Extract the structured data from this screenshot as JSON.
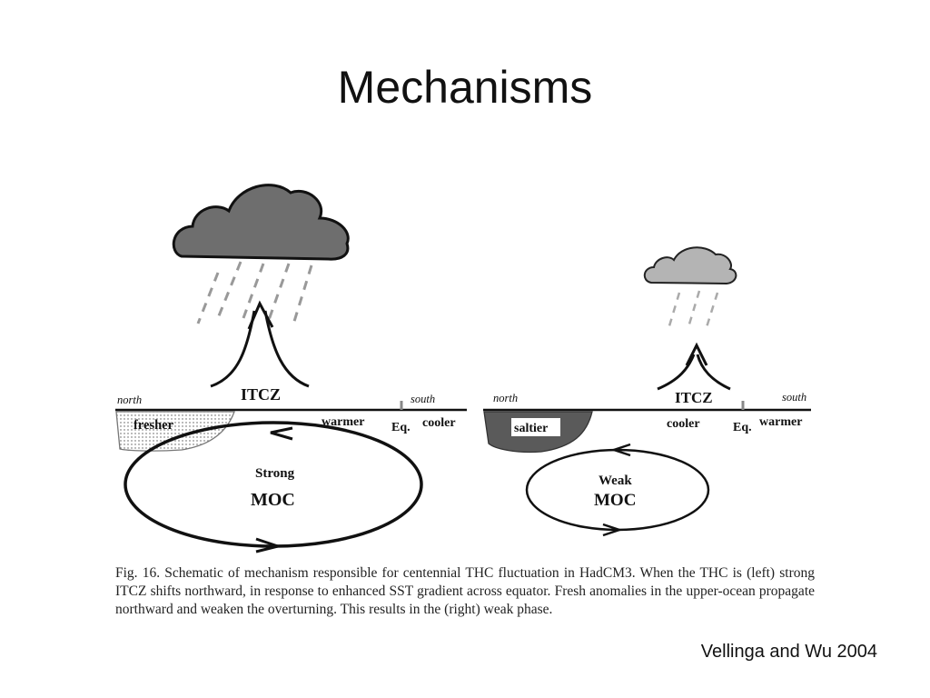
{
  "slide": {
    "title": "Mechanisms",
    "credit": "Vellinga and Wu 2004"
  },
  "figure": {
    "left_panel": {
      "north": "north",
      "south": "south",
      "itcz": "ITCZ",
      "fresher": "fresher",
      "warmer": "warmer",
      "eq": "Eq.",
      "cooler": "cooler",
      "moc_strength": "Strong",
      "moc": "MOC"
    },
    "right_panel": {
      "north": "north",
      "south": "south",
      "itcz": "ITCZ",
      "saltier": "saltier",
      "cooler": "cooler",
      "eq": "Eq.",
      "warmer": "warmer",
      "moc_strength": "Weak",
      "moc": "MOC"
    },
    "caption": {
      "label": "Fig. 16.",
      "text": "Schematic of mechanism responsible for centennial THC fluctuation in HadCM3. When the THC is (left) strong ITCZ shifts northward, in response to enhanced SST gradient across equator. Fresh anomalies in the upper-ocean propagate northward and weaken the overturning. This results in the (right) weak phase."
    },
    "colors": {
      "cloud_dark": "#6e6e6e",
      "cloud_light": "#b4b4b4",
      "saltier_fill": "#5a5a5a"
    }
  }
}
